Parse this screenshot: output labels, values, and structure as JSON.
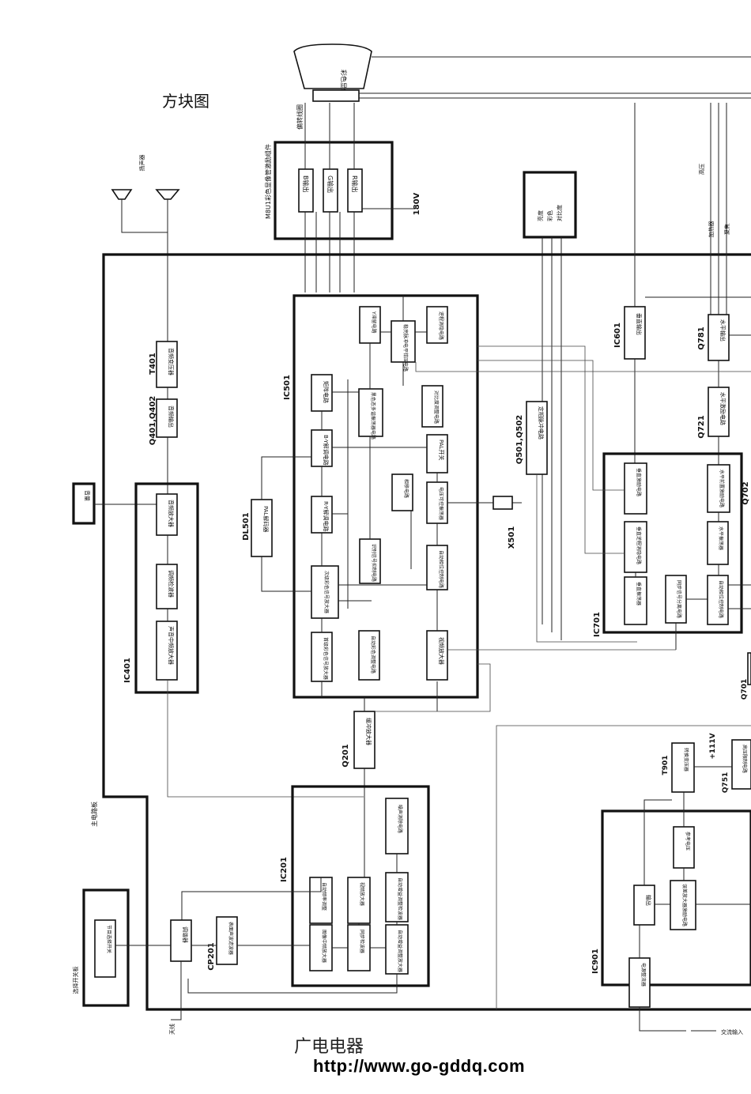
{
  "title": "方块图",
  "footer": {
    "name": "广电电器",
    "url": "http://www.go-gddq.com"
  },
  "crt": {
    "tube": "彩色显像管",
    "yoke": "偏转线圈"
  },
  "speaker": "扬声器",
  "power_input": "交流输入",
  "antenna": "天线",
  "voltages": {
    "v180": "180V",
    "v111": "+111V"
  },
  "boards": {
    "crt_board": "M8U1彩色显像管激励组件",
    "main_board": "主电路板",
    "switch_board": "选择开关板"
  },
  "components": {
    "ic401": "IC401",
    "ic501": "IC501",
    "ic201": "IC201",
    "ic601": "IC601",
    "ic701": "IC701",
    "ic901": "IC901",
    "t401": "T401",
    "q401": "Q401,Q402",
    "dl501": "DL501",
    "x501": "X501",
    "q501": "Q501,Q502",
    "q201": "Q201",
    "cp201": "CP201",
    "q721": "Q721",
    "q781": "Q781",
    "q702": "Q702",
    "q701": "Q701",
    "t901": "T901",
    "q751": "Q751"
  },
  "blocks": {
    "b_out": "B输出",
    "g_out": "G输出",
    "r_out": "R输出",
    "audio_transformer": "音频变压器",
    "audio_out": "音频输出",
    "volume": "音量",
    "audio_amp": "音频放大器",
    "fm_detector": "调频检波器",
    "sound_if_amp": "声音中频放大器",
    "pal_decoder": "PAL解码器",
    "y_delay": "Y滞留电路",
    "brightness_limit": "稳亮脉冲电平钳压电路",
    "blanking": "逆程消隐电路",
    "matrix": "矩阵电路",
    "ry_demod": "R-Y解调电路",
    "by_demod": "B-Y解调电路",
    "killer_osc": "黑色态多谐振荡器电路",
    "contrast_ctrl": "对比度调整电路",
    "pal_switch": "PAL开关",
    "phase_shift": "相移电路",
    "vco": "电压可控振荡器",
    "ident": "识别信号抑制电路",
    "apc": "自动相位控制电路",
    "chroma_amp2": "次级彩色信号放大器",
    "chroma_amp1": "首级彩色信号放大器",
    "acc": "自动彩色调整电路",
    "video_amp": "视频放大器",
    "v_out": "垂直输出",
    "h_out": "水平输出",
    "h_drive": "水平激励电路",
    "user_controls": [
      "亮度",
      "彩色",
      "对比度"
    ],
    "v_drive": "垂直激励电路",
    "h_phase_ctrl": "水平前置激励电路",
    "v_blank": "垂直逆程消隐电路",
    "h_osc": "水平振荡器",
    "v_osc": "垂直振荡器",
    "sync_sep": "同步信号分离电路",
    "afc": "自动相位控制电路",
    "buffer_amp": "缓冲放大器",
    "noise_cancel": "噪声消除电路",
    "afc_det": "自动频率调整",
    "video_amp2": "视频放大器",
    "agc_det": "自动增益调整检波器",
    "pif_amp": "图像中频放大器",
    "sync_det": "同步检波器",
    "agc_amp": "自动增益调整放大器",
    "channel_sel": "节目选择开关",
    "tuner": "调谐器",
    "saw_filter": "表面声波滤波器",
    "conv_transformer": "转换变压器",
    "hv_protect": "高压限制电路",
    "ref_voltage": "参考电压",
    "error_amp": "误差放大器激励电路",
    "output": "输出",
    "rectifier": "电源整流器"
  },
  "labels": {
    "heater": "加热器",
    "focus": "聚焦",
    "hv": "高压",
    "pulse_circuit": "定相脉冲电路"
  }
}
